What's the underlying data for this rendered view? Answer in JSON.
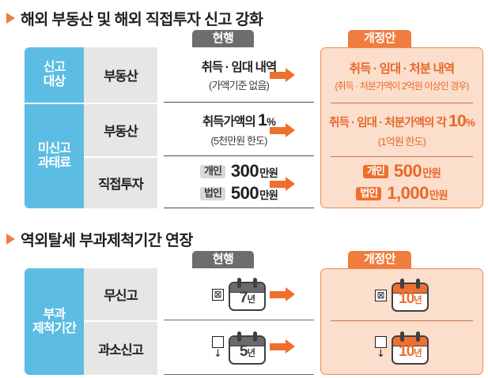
{
  "sections": [
    {
      "title": "해외 부동산 및 해외 직접투자 신고 강화",
      "badge_current": "현행",
      "badge_revised": "개정안",
      "group_labels": [
        "신고\n대상",
        "미신고\n과태료"
      ],
      "group1_line1": "신고",
      "group1_line2": "대상",
      "group2_line1": "미신고",
      "group2_line2": "과태료",
      "rows": [
        {
          "sub_label": "부동산",
          "current_main": "취득 · 임대 내역",
          "current_sub": "(가액기준 없음)",
          "revised_main": "취득 · 임대 · 처분 내역",
          "revised_sub": "(취득 · 처분가액이 2억원 이상인 경우)"
        },
        {
          "sub_label": "부동산",
          "current_main_pre": "취득가액의 ",
          "current_main_num": "1",
          "current_main_pct": "%",
          "current_sub": "(5천만원 한도)",
          "revised_main_pre": "취득 · 임대 · 처분가액의 각 ",
          "revised_main_num": "10",
          "revised_main_pct": "%",
          "revised_sub": "(1억원 한도)"
        },
        {
          "sub_label": "직접투자",
          "current_items": [
            {
              "chip": "개인",
              "amount": "300",
              "unit": "만원"
            },
            {
              "chip": "법인",
              "amount": "500",
              "unit": "만원"
            }
          ],
          "revised_items": [
            {
              "chip": "개인",
              "amount": "500",
              "unit": "만원"
            },
            {
              "chip": "법인",
              "amount": "1,000",
              "unit": "만원"
            }
          ]
        }
      ]
    },
    {
      "title": "역외탈세 부과제척기간 연장",
      "badge_current": "현행",
      "badge_revised": "개정안",
      "group_line1": "부과",
      "group_line2": "제척기간",
      "rows": [
        {
          "sub_label": "무신고",
          "mark": "⊠",
          "mark_arrow": "",
          "current_years": "7",
          "current_unit": "년",
          "revised_years": "10",
          "revised_unit": "년"
        },
        {
          "sub_label": "과소신고",
          "mark": "",
          "mark_arrow": "↓",
          "current_years": "5",
          "current_unit": "년",
          "revised_years": "10",
          "revised_unit": "년"
        }
      ]
    }
  ],
  "colors": {
    "blue": "#5cbce4",
    "orange": "#ef6f2e",
    "orange_text": "#e8682a",
    "panel_peach": "#fbdecb",
    "badge_gray": "#6d6d6d",
    "sub_gray": "#e6e6e6"
  }
}
